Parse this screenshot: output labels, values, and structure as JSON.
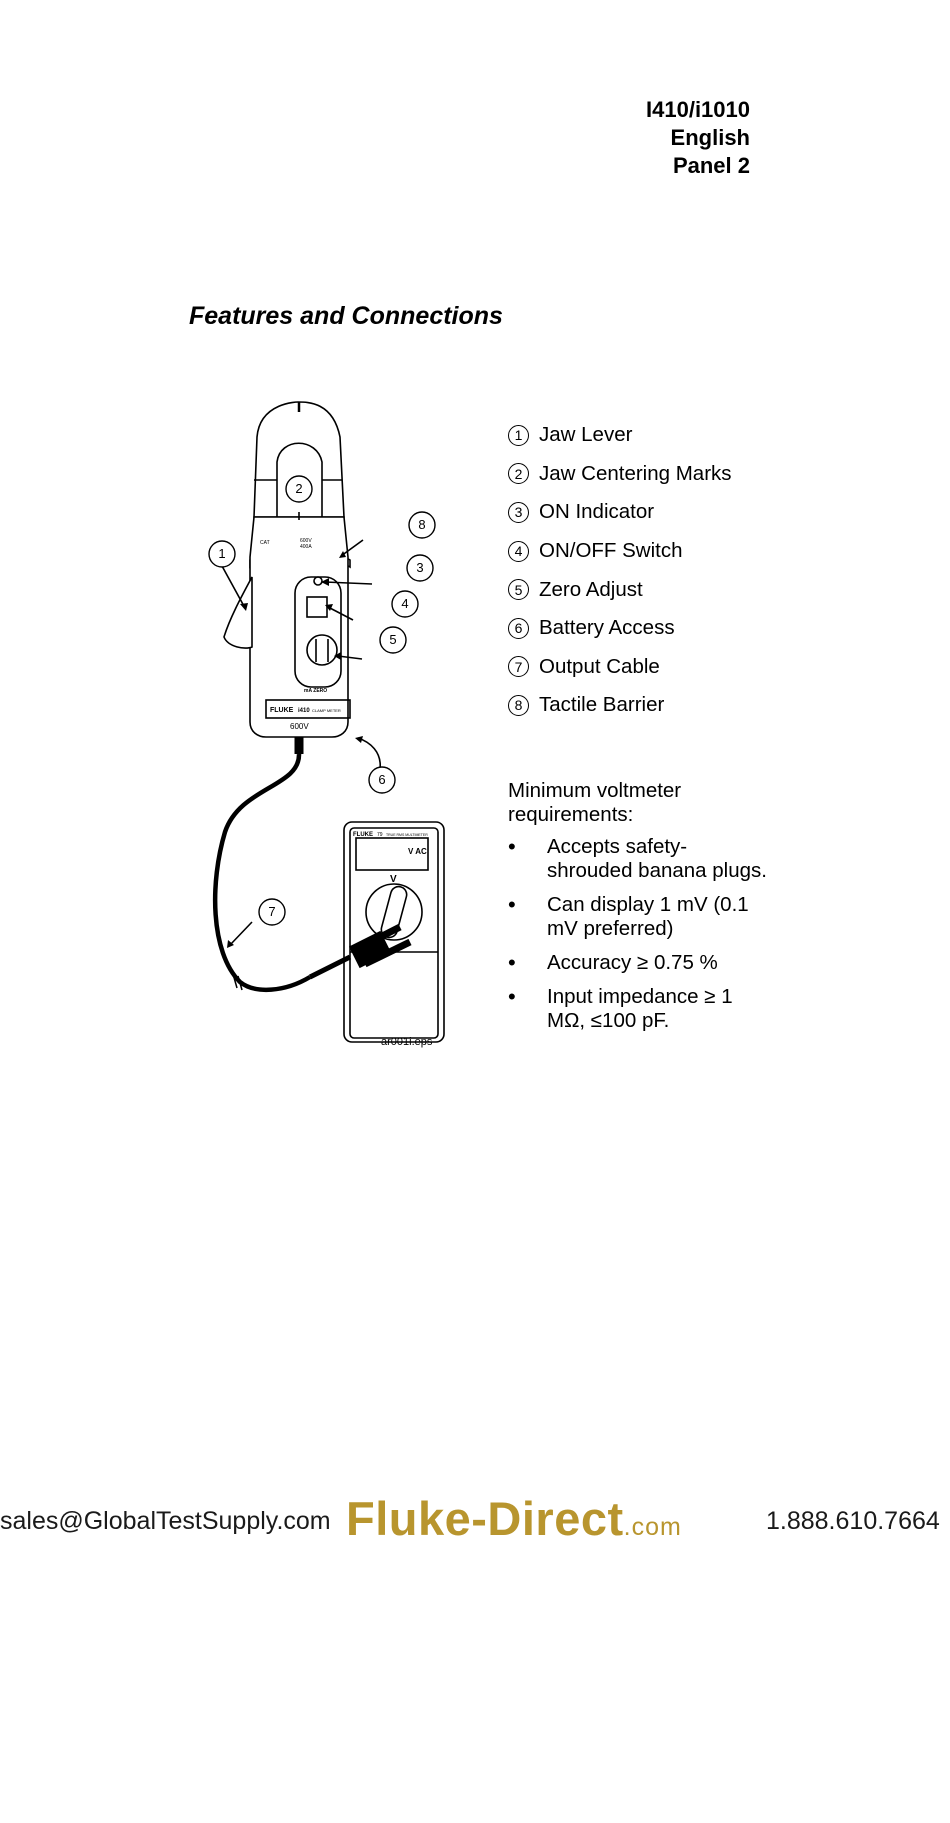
{
  "header": {
    "model": "I410/i1010",
    "language": "English",
    "panel": "Panel 2"
  },
  "section_title": "Features and Connections",
  "features": [
    {
      "num": "1",
      "label": "Jaw Lever"
    },
    {
      "num": "2",
      "label": "Jaw Centering Marks"
    },
    {
      "num": "3",
      "label": "ON Indicator"
    },
    {
      "num": "4",
      "label": "ON/OFF Switch"
    },
    {
      "num": "5",
      "label": "Zero Adjust"
    },
    {
      "num": "6",
      "label": "Battery Access"
    },
    {
      "num": "7",
      "label": "Output Cable"
    },
    {
      "num": "8",
      "label": "Tactile Barrier"
    }
  ],
  "requirements": {
    "heading": "Minimum voltmeter requirements:",
    "items": [
      "Accepts safety-shrouded banana plugs.",
      "Can display 1 mV (0.1 mV preferred)",
      "Accuracy ≥ 0.75 %",
      "Input impedance ≥ 1 MΩ, ≤100 pF."
    ]
  },
  "figure": {
    "caption": "ar001i.eps",
    "clamp_brand": "FLUKE",
    "clamp_model": "i410",
    "clamp_sub": "CLAMP METER",
    "clamp_rating": "600V",
    "zero_label": "mA ZERO",
    "cat_label": "CAT",
    "jaw_rating_1": "600V",
    "jaw_rating_2": "400A",
    "meter_brand": "FLUKE",
    "meter_model": "79",
    "meter_sub": "TRUE RMS MULTIMETER",
    "meter_display": "V AC",
    "meter_dial": "V",
    "callouts": [
      "1",
      "2",
      "3",
      "4",
      "5",
      "6",
      "7",
      "8"
    ]
  },
  "footer": {
    "email": "sales@GlobalTestSupply.com",
    "brand_main": "Fluke-Direct",
    "brand_suffix": ".com",
    "phone": "1.888.610.7664"
  },
  "colors": {
    "brand_gold": "#b8952e"
  }
}
